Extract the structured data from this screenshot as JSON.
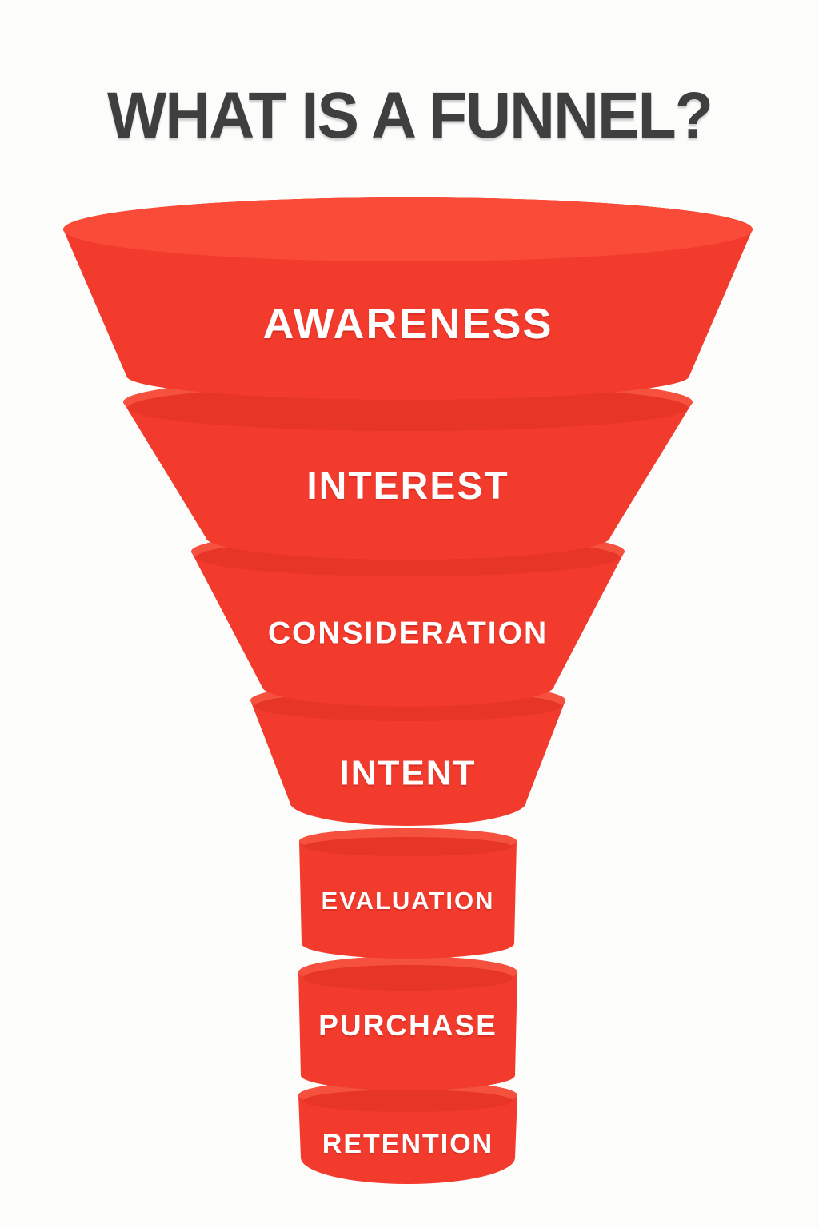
{
  "title": "WHAT IS A FUNNEL?",
  "diagram": {
    "type": "funnel",
    "stages": [
      {
        "label": "AWARENESS"
      },
      {
        "label": "INTEREST"
      },
      {
        "label": "CONSIDERATION"
      },
      {
        "label": "INTENT"
      },
      {
        "label": "EVALUATION"
      },
      {
        "label": "PURCHASE"
      },
      {
        "label": "RETENTION"
      }
    ],
    "colors": {
      "body": "#f23b2d",
      "rim_highlight": "#f6503e",
      "top_face_light": "#fa4a38",
      "top_face_shadow": "#e73527",
      "label_text": "#ffffff",
      "label_shadow": "rgba(185,32,24,0.45)",
      "title_text": "#3f3f3f",
      "background": "#fcfcfb"
    }
  }
}
